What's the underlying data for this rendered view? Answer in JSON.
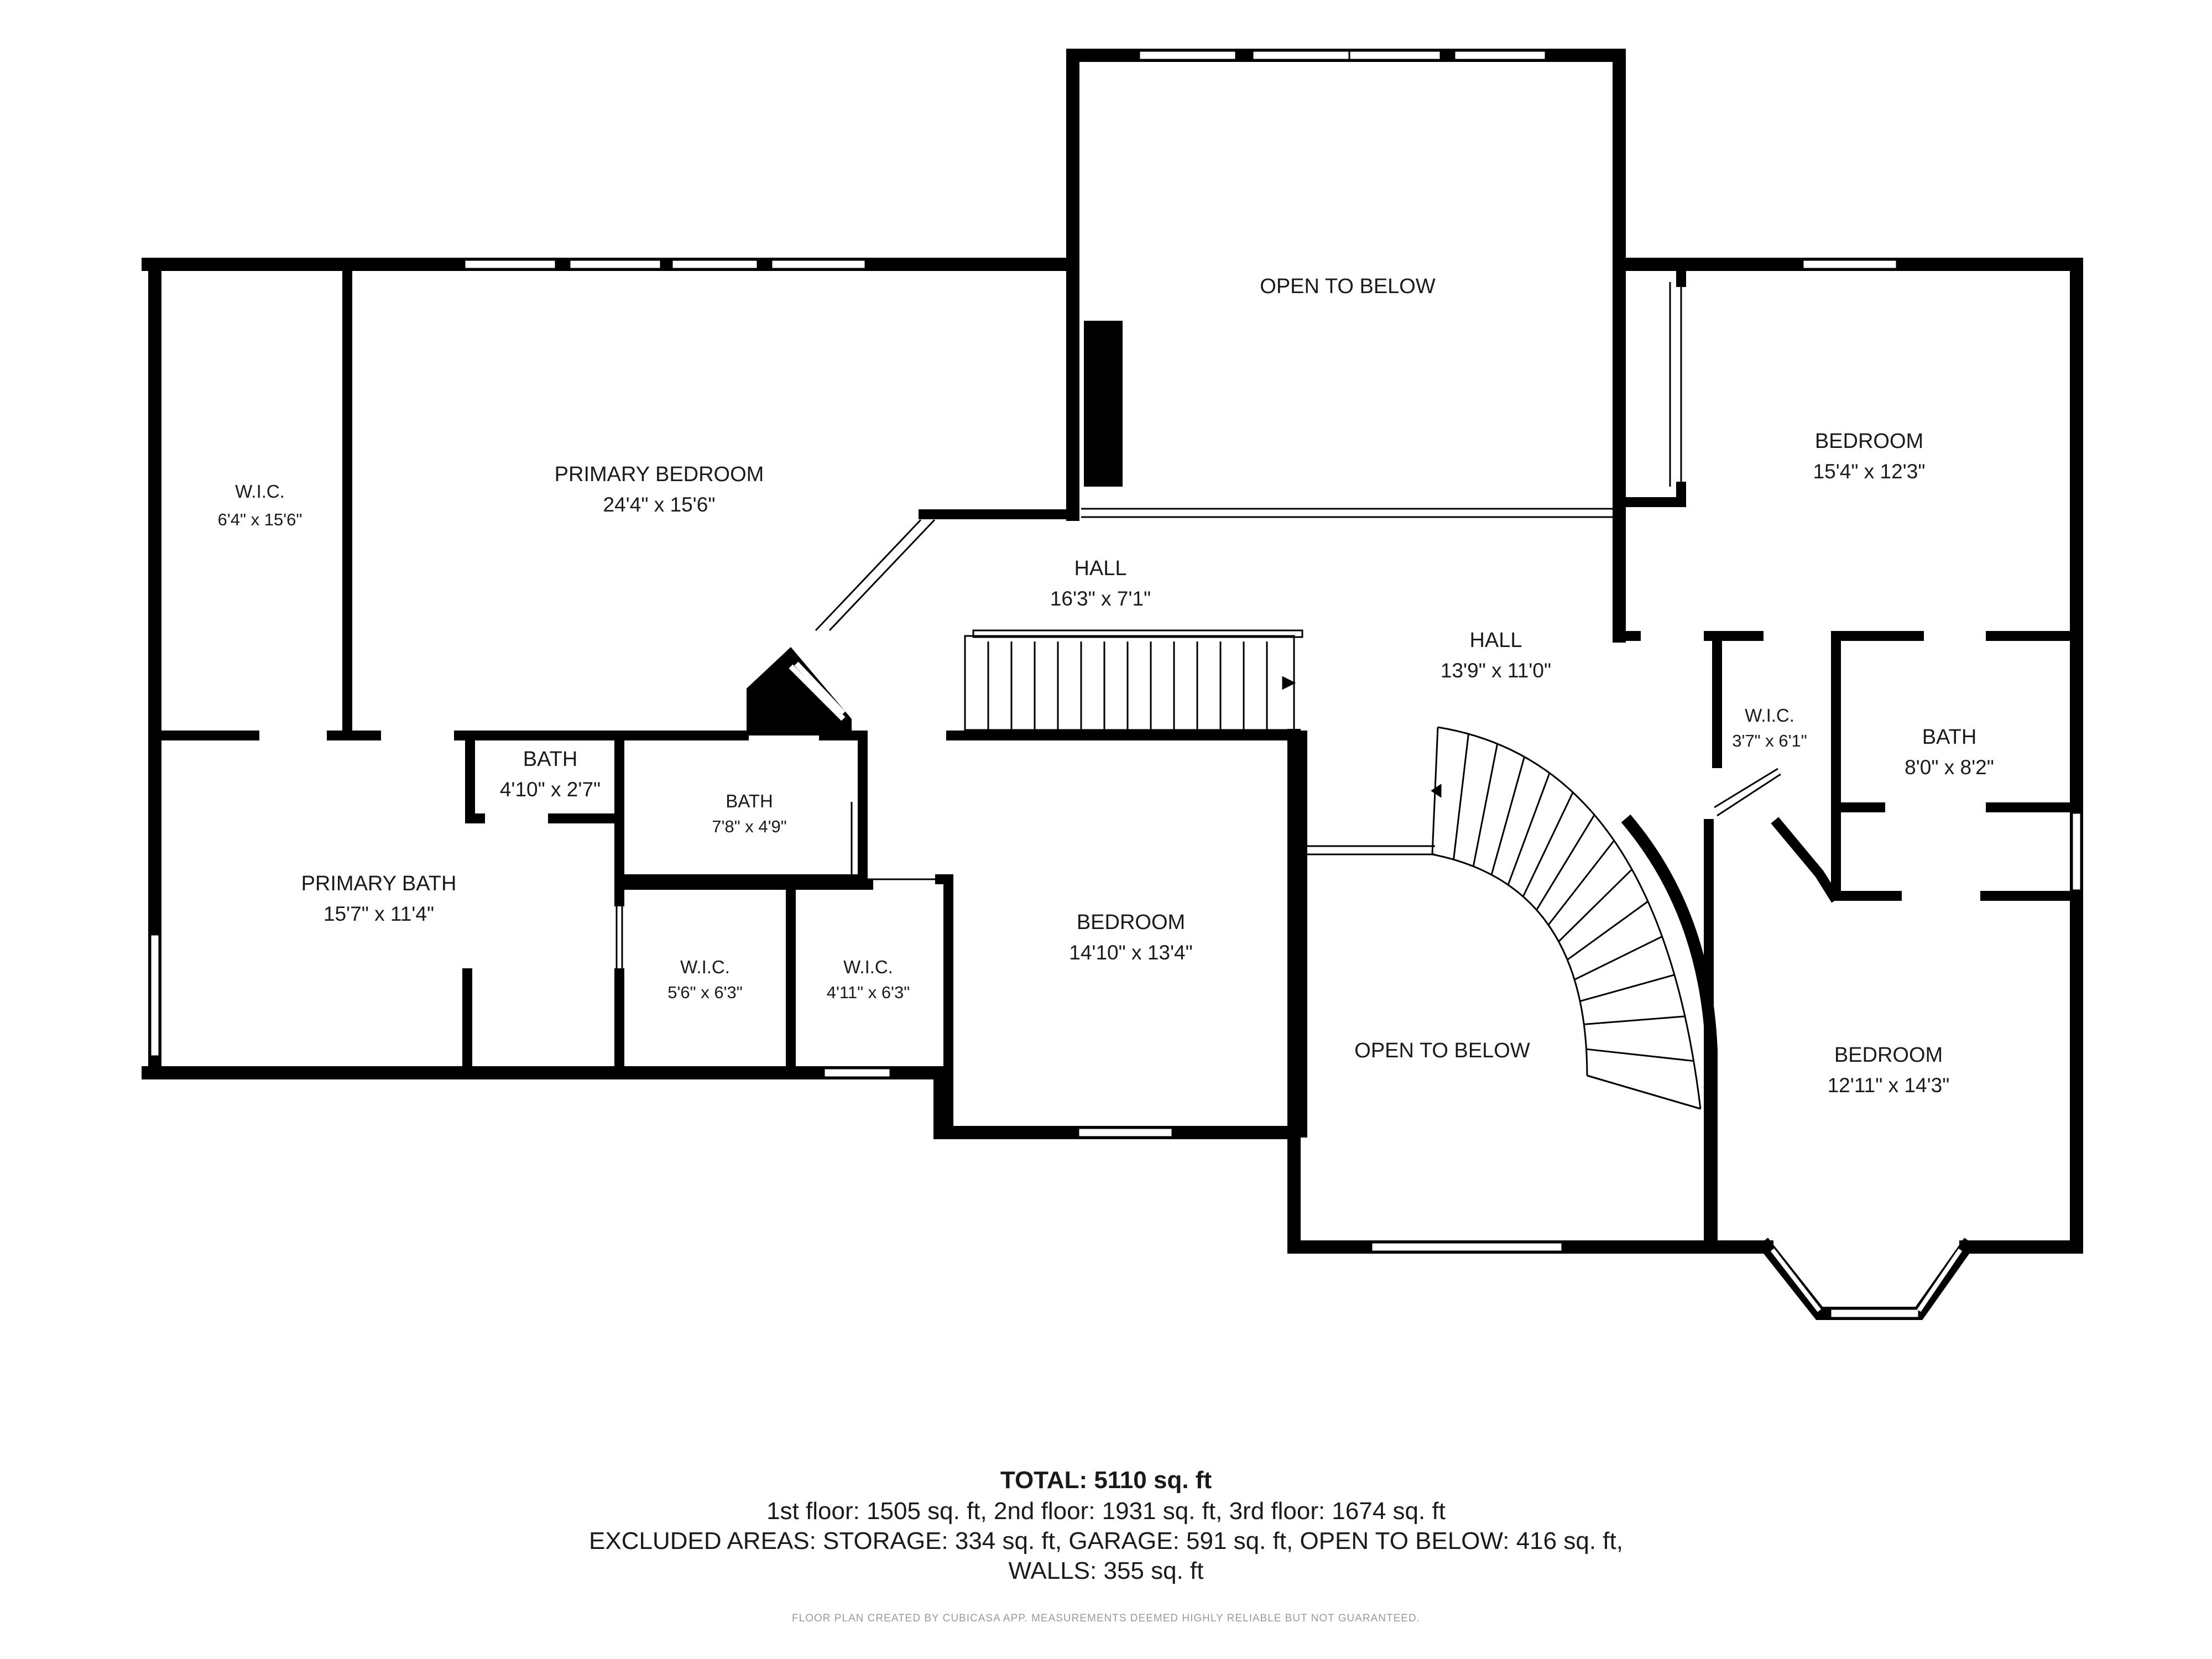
{
  "rooms": {
    "wic_left": {
      "name": "W.I.C.",
      "dim": "6'4\" x 15'6\""
    },
    "primary_bedroom": {
      "name": "PRIMARY BEDROOM",
      "dim": "24'4\" x 15'6\""
    },
    "open_top": {
      "name": "OPEN TO BELOW"
    },
    "bedroom_ne": {
      "name": "BEDROOM",
      "dim": "15'4\" x 12'3\""
    },
    "hall_upper": {
      "name": "HALL",
      "dim": "16'3\" x 7'1\""
    },
    "hall_lower": {
      "name": "HALL",
      "dim": "13'9\" x 11'0\""
    },
    "bath_small": {
      "name": "BATH",
      "dim": "4'10\" x 2'7\""
    },
    "bath_mid": {
      "name": "BATH",
      "dim": "7'8\" x 4'9\""
    },
    "primary_bath": {
      "name": "PRIMARY BATH",
      "dim": "15'7\" x 11'4\""
    },
    "wic_a": {
      "name": "W.I.C.",
      "dim": "5'6\" x 6'3\""
    },
    "wic_b": {
      "name": "W.I.C.",
      "dim": "4'11\" x 6'3\""
    },
    "bedroom_center": {
      "name": "BEDROOM",
      "dim": "14'10\" x 13'4\""
    },
    "open_bottom": {
      "name": "OPEN TO BELOW"
    },
    "wic_right": {
      "name": "W.I.C.",
      "dim": "3'7\" x 6'1\""
    },
    "bath_right": {
      "name": "BATH",
      "dim": "8'0\" x 8'2\""
    },
    "bedroom_se": {
      "name": "BEDROOM",
      "dim": "12'11\" x 14'3\""
    }
  },
  "summary": {
    "total": "TOTAL: 5110 sq. ft",
    "floors": "1st floor: 1505 sq. ft, 2nd floor: 1931 sq. ft, 3rd floor: 1674 sq. ft",
    "excluded": "EXCLUDED AREAS: STORAGE: 334 sq. ft, GARAGE: 591 sq. ft, OPEN TO BELOW: 416 sq. ft,",
    "walls": "WALLS: 355 sq. ft",
    "credit": "FLOOR PLAN CREATED BY CUBICASA APP. MEASUREMENTS DEEMED HIGHLY RELIABLE BUT NOT GUARANTEED."
  },
  "colors": {
    "wall": "#000000",
    "window": "#ffffff",
    "text": "#1a1a1a"
  }
}
